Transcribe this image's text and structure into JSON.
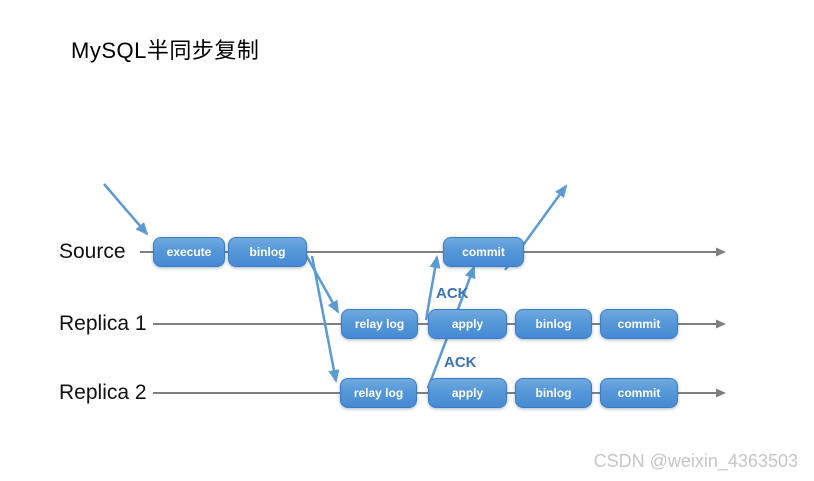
{
  "title": "MySQL半同步复制",
  "diagram": {
    "lanes": [
      {
        "label": "Source",
        "boxes": [
          "execute",
          "binlog",
          "commit"
        ]
      },
      {
        "label": "Replica 1",
        "boxes": [
          "relay log",
          "apply",
          "binlog",
          "commit"
        ],
        "ack_label": "ACK"
      },
      {
        "label": "Replica 2",
        "boxes": [
          "relay log",
          "apply",
          "binlog",
          "commit"
        ],
        "ack_label": "ACK"
      }
    ],
    "colors": {
      "node_fill_top": "#6fa9e0",
      "node_fill_bottom": "#478ad3",
      "node_border": "#3e7cc2",
      "node_text": "#ffffff",
      "arrow_blue": "#5b9ad2",
      "ack_text": "#3b72b4",
      "timeline_gray": "#7f7f7f"
    }
  },
  "watermark": "CSDN @weixin_4363503"
}
